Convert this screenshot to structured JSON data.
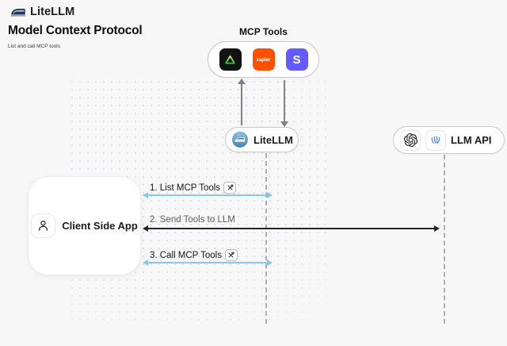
{
  "header": {
    "brand": "LiteLLM",
    "brand_icon": "train-icon",
    "title": "Model Context Protocol",
    "subtitle": "List and call MCP tools"
  },
  "mcp_tools": {
    "label": "MCP Tools",
    "tools": [
      {
        "icon": "triangle-tool-icon",
        "bg": "#121212"
      },
      {
        "icon": "zapier-icon",
        "bg": "#ff4f00",
        "text": "zapier"
      },
      {
        "icon": "stripe-icon",
        "bg": "#635bff",
        "text": "S"
      }
    ]
  },
  "nodes": {
    "litellm": {
      "label": "LiteLLM",
      "icon": "litellm-logo-icon"
    },
    "llm_api": {
      "label": "LLM API",
      "icons": [
        "openai-icon",
        "llm-provider-icon"
      ]
    },
    "client": {
      "label": "Client Side App",
      "icon": "person-icon"
    }
  },
  "messages": [
    {
      "label": "1. List MCP Tools",
      "badge": "tools-icon",
      "arrow_color": "#87c7e9",
      "direction": "both"
    },
    {
      "label": "2. Send Tools to LLM",
      "arrow_color": "#242428",
      "direction": "both"
    },
    {
      "label": "3. Call MCP Tools",
      "badge": "tools-icon",
      "arrow_color": "#87c7e9",
      "direction": "both"
    }
  ],
  "colors": {
    "background": "#f7f7f8",
    "blue_arrow": "#87c7e9",
    "black_arrow": "#242428",
    "lifeline": "#aeaeb2",
    "zapier_orange": "#ff4f00",
    "stripe_purple": "#635bff",
    "tool_black": "#121212"
  }
}
